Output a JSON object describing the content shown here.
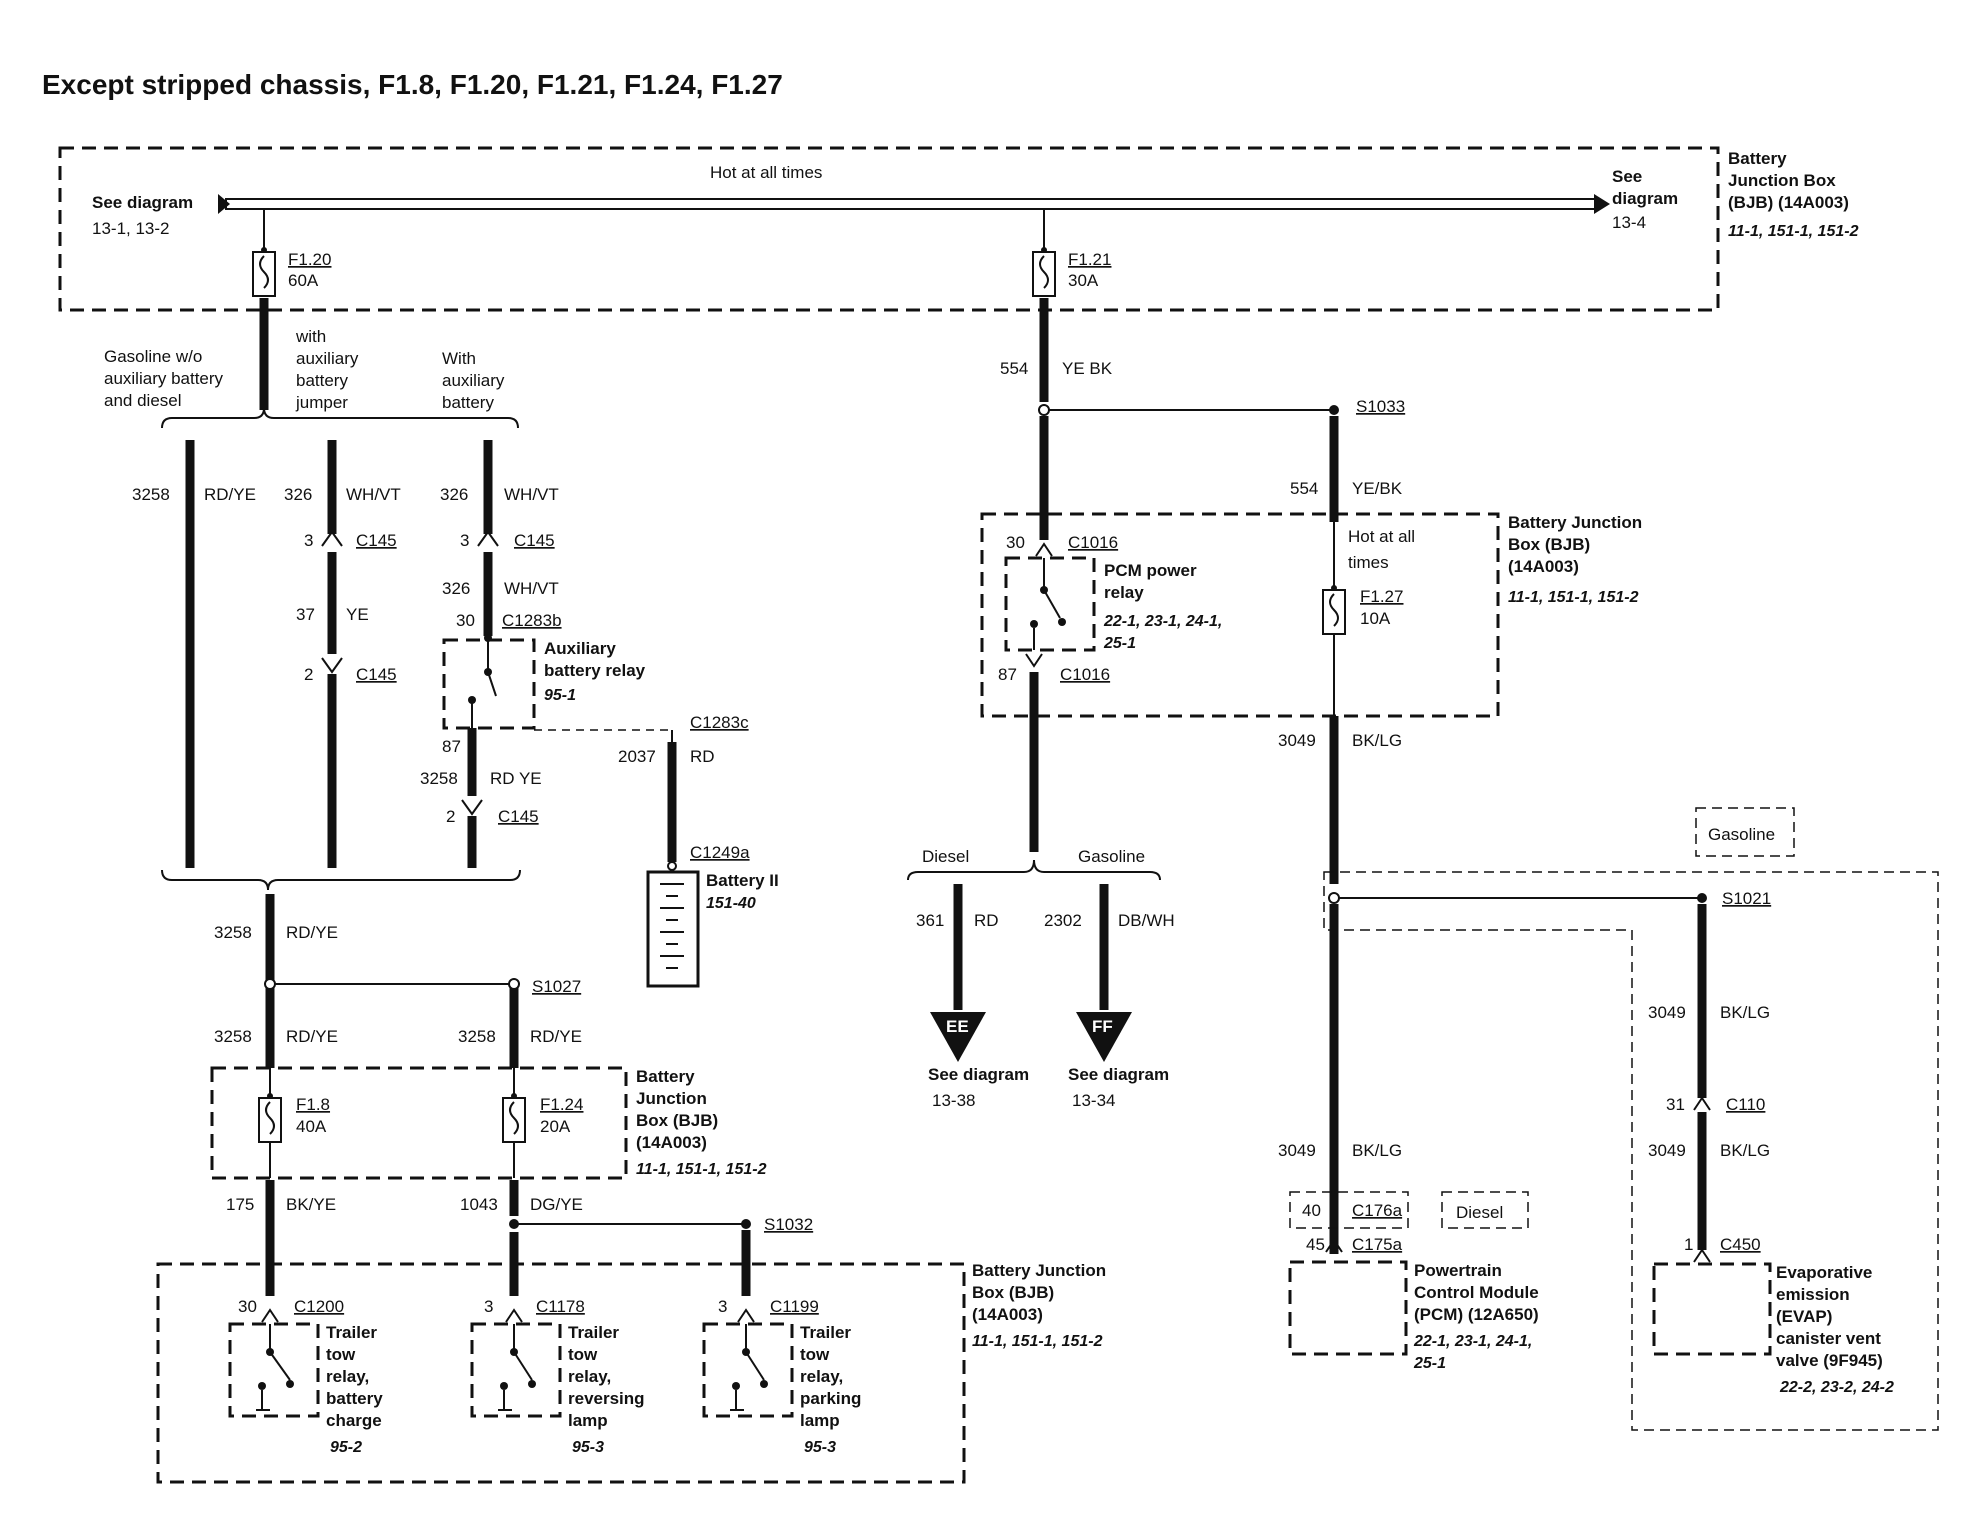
{
  "title": "Except stripped chassis, F1.8, F1.20, F1.21, F1.24, F1.27",
  "bjb_top": {
    "hot": "Hot at all times",
    "left_see": "See diagram",
    "left_ref": "13-1, 13-2",
    "right_see1": "See",
    "right_see2": "diagram",
    "right_ref": "13-4",
    "name1": "Battery",
    "name2": "Junction Box",
    "name3": "(BJB) (14A003)",
    "refs": "11-1, 151-1, 151-2",
    "fuse1_id": "F1.20",
    "fuse1_amp": "60A",
    "fuse2_id": "F1.21",
    "fuse2_amp": "30A"
  },
  "branches": {
    "b1_l1": "Gasoline w/o",
    "b1_l2": "auxiliary battery",
    "b1_l3": "and diesel",
    "b2_l1": "with",
    "b2_l2": "auxiliary",
    "b2_l3": "battery",
    "b2_l4": "jumper",
    "b3_l1": "With",
    "b3_l2": "auxiliary",
    "b3_l3": "battery"
  },
  "left": {
    "w3258": "3258",
    "rdye": "RD/YE",
    "w326": "326",
    "whvt": "WH/VT",
    "pin3": "3",
    "c145": "C145",
    "w37": "37",
    "ye": "YE",
    "pin2": "2",
    "pin30": "30",
    "c1283b": "C1283b",
    "aux1": "Auxiliary",
    "aux2": "battery relay",
    "aux_ref": "95-1",
    "pin87": "87",
    "rdye_sp": "RD YE",
    "c1283c": "C1283c",
    "w2037": "2037",
    "rd": "RD",
    "c1249a": "C1249a",
    "batt": "Battery II",
    "batt_ref": "151-40",
    "s1027": "S1027",
    "fuse18_id": "F1.8",
    "fuse18_amp": "40A",
    "fuse124_id": "F1.24",
    "fuse124_amp": "20A",
    "bjb2_1": "Battery",
    "bjb2_2": "Junction",
    "bjb2_3": "Box (BJB)",
    "bjb2_4": "(14A003)",
    "bjb2_ref": "11-1, 151-1, 151-2",
    "w175": "175",
    "bkye": "BK/YE",
    "w1043": "1043",
    "dgye": "DG/YE",
    "s1032": "S1032"
  },
  "bottom": {
    "pin30": "30",
    "c1200": "C1200",
    "pin3a": "3",
    "c1178": "C1178",
    "pin3b": "3",
    "c1199": "C1199",
    "r1_1": "Trailer",
    "r1_2": "tow",
    "r1_3": "relay,",
    "r1_4": "battery",
    "r1_5": "charge",
    "r1_ref": "95-2",
    "r2_1": "Trailer",
    "r2_2": "tow",
    "r2_3": "relay,",
    "r2_4": "reversing",
    "r2_5": "lamp",
    "r2_ref": "95-3",
    "r3_1": "Trailer",
    "r3_2": "tow",
    "r3_3": "relay,",
    "r3_4": "parking",
    "r3_5": "lamp",
    "r3_ref": "95-3",
    "bjb_1": "Battery Junction",
    "bjb_2": "Box (BJB)",
    "bjb_3": "(14A003)",
    "bjb_ref": "11-1, 151-1, 151-2"
  },
  "center": {
    "w554": "554",
    "yebk": "YE BK",
    "s1033": "S1033",
    "w554b": "554",
    "yebk2": "YE/BK",
    "pin30": "30",
    "c1016": "C1016",
    "pcm1": "PCM power",
    "pcm2": "relay",
    "pcm_ref1": "22-1, 23-1, 24-1,",
    "pcm_ref2": "25-1",
    "pin87": "87",
    "c1016b": "C1016",
    "hot1": "Hot at all",
    "hot2": "times",
    "fuse127_id": "F1.27",
    "fuse127_amp": "10A",
    "bjb_1": "Battery Junction",
    "bjb_2": "Box (BJB)",
    "bjb_3": "(14A003)",
    "bjb_ref": "11-1, 151-1, 151-2",
    "diesel": "Diesel",
    "gasoline": "Gasoline",
    "w361": "361",
    "rd": "RD",
    "w2302": "2302",
    "dbwh": "DB/WH",
    "ee": "EE",
    "ff": "FF",
    "see1": "See diagram",
    "ref1": "13-38",
    "see2": "See diagram",
    "ref2": "13-34"
  },
  "right": {
    "w3049": "3049",
    "bklg": "BK/LG",
    "gasoline": "Gasoline",
    "s1021": "S1021",
    "w3049b": "3049",
    "bklg2": "BK/LG",
    "pin31": "31",
    "c110": "C110",
    "w3049c": "3049",
    "bklg3": "BK/LG",
    "w3049d": "3049",
    "bklg4": "BK/LG",
    "pin40": "40",
    "c176a": "C176a",
    "diesel": "Diesel",
    "pin45": "45",
    "c175a": "C175a",
    "pcm_1": "Powertrain",
    "pcm_2": "Control Module",
    "pcm_3": "(PCM) (12A650)",
    "pcm_ref1": "22-1, 23-1, 24-1,",
    "pcm_ref2": "25-1",
    "pin1": "1",
    "c450": "C450",
    "evap_1": "Evaporative",
    "evap_2": "emission",
    "evap_3": "(EVAP)",
    "evap_4": "canister vent",
    "evap_5": "valve (9F945)",
    "evap_ref": "22-2, 23-2, 24-2"
  }
}
